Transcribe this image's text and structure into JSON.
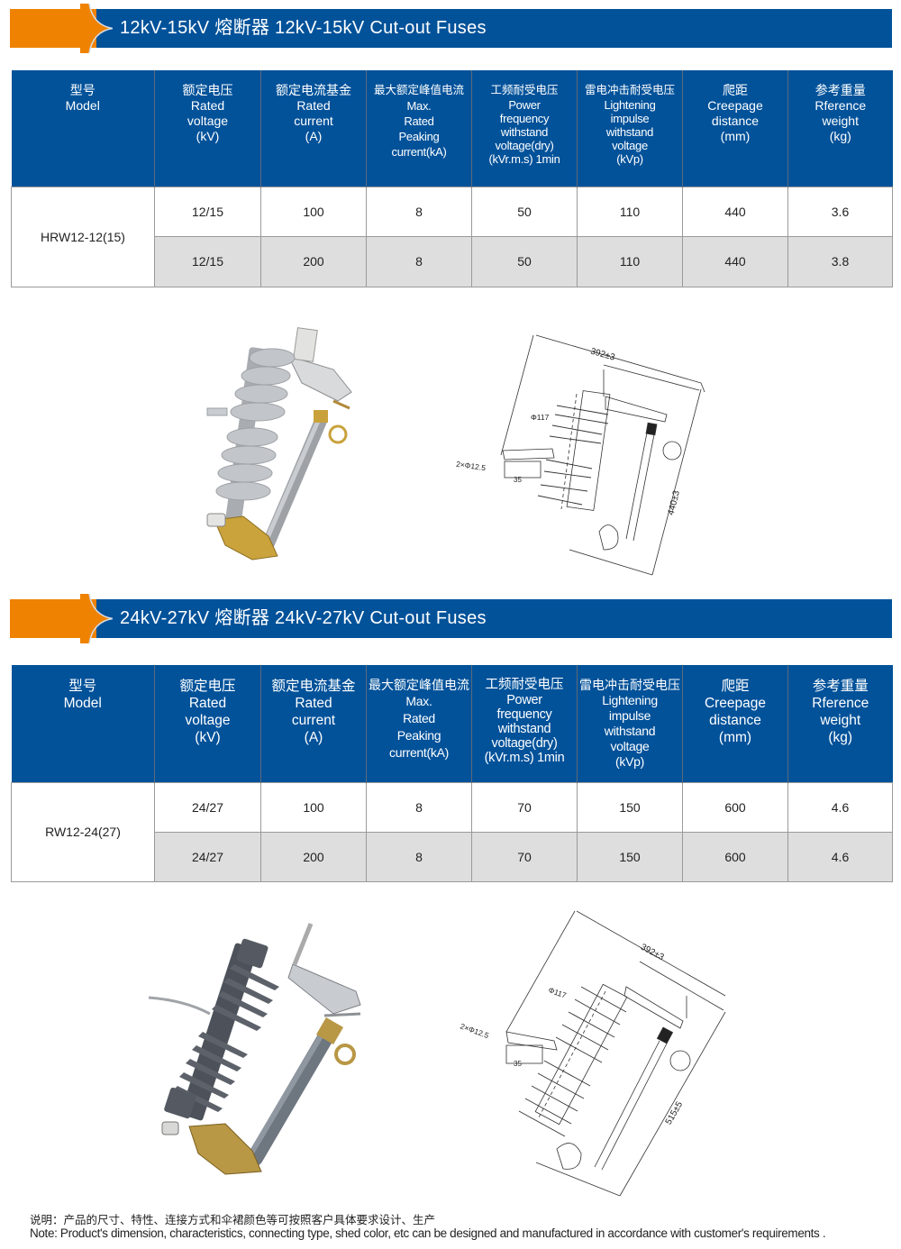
{
  "colors": {
    "banner_blue": "#02529a",
    "banner_orange": "#ef8200",
    "row_alt_gray": "#dedede",
    "border_gray": "#9a9a9a"
  },
  "sections": [
    {
      "title": "12kV-15kV 熔断器 12kV-15kV Cut-out Fuses",
      "table": {
        "headers": [
          {
            "cn": "型号",
            "en": "Model"
          },
          {
            "cn": "额定电压",
            "en": "Rated\nvoltage\n(kV)"
          },
          {
            "cn": "额定电流基金",
            "en": "Rated\ncurrent\n(A)"
          },
          {
            "cn": "最大额定峰值电流",
            "en": "Max.\nRated\nPeaking\ncurrent(kA)"
          },
          {
            "cn": "工频耐受电压",
            "en": "Power\nfrequency\nwithstand\nvoltage(dry)\n(kVr.m.s) 1min"
          },
          {
            "cn": "雷电冲击耐受电压",
            "en": "Lightening\nimpulse\nwithstand\nvoltage\n(kVp)"
          },
          {
            "cn": "爬距",
            "en": "Creepage\ndistance\n(mm)"
          },
          {
            "cn": "参考重量",
            "en": "Rference\nweight\n(kg)"
          }
        ],
        "model": "HRW12-12(15)",
        "rows": [
          {
            "rated_voltage": "12/15",
            "rated_current": "100",
            "peak_current": "8",
            "power_freq": "50",
            "lightning": "110",
            "creepage": "440",
            "weight": "3.6"
          },
          {
            "rated_voltage": "12/15",
            "rated_current": "200",
            "peak_current": "8",
            "power_freq": "50",
            "lightning": "110",
            "creepage": "440",
            "weight": "3.8"
          }
        ]
      },
      "drawing": {
        "width_dim": "392±3",
        "height_dim": "440±3",
        "diameter": "Φ117",
        "holes": "2×Φ12.5",
        "hole_spacing": "35"
      },
      "photo": {
        "insulator_color": "#b9bcc0"
      }
    },
    {
      "title": "24kV-27kV 熔断器  24kV-27kV Cut-out Fuses",
      "table": {
        "headers": [
          {
            "cn": "型号",
            "en": "Model"
          },
          {
            "cn": "额定电压",
            "en": "Rated\nvoltage\n(kV)"
          },
          {
            "cn": "额定电流基金",
            "en": "Rated\ncurrent\n(A)"
          },
          {
            "cn": "最大额定峰值电流",
            "en": "Max.\nRated\nPeaking\ncurrent(kA)"
          },
          {
            "cn": "工频耐受电压",
            "en": "Power\nfrequency\nwithstand\nvoltage(dry)\n(kVr.m.s) 1min"
          },
          {
            "cn": "雷电冲击耐受电压",
            "en": "Lightening\nimpulse\nwithstand\nvoltage\n(kVp)"
          },
          {
            "cn": "爬距",
            "en": "Creepage\ndistance\n(mm)"
          },
          {
            "cn": "参考重量",
            "en": "Rference\nweight\n(kg)"
          }
        ],
        "model": "RW12-24(27)",
        "rows": [
          {
            "rated_voltage": "24/27",
            "rated_current": "100",
            "peak_current": "8",
            "power_freq": "70",
            "lightning": "150",
            "creepage": "600",
            "weight": "4.6"
          },
          {
            "rated_voltage": "24/27",
            "rated_current": "200",
            "peak_current": "8",
            "power_freq": "70",
            "lightning": "150",
            "creepage": "600",
            "weight": "4.6"
          }
        ]
      },
      "drawing": {
        "width_dim": "392±3",
        "height_dim": "515±5",
        "diameter": "Φ117",
        "holes": "2×Φ12.5",
        "hole_spacing": "35"
      },
      "photo": {
        "insulator_color": "#5f646c"
      }
    }
  ],
  "notes": {
    "cn": "说明：产品的尺寸、特性、连接方式和伞裙颜色等可按照客户具体要求设计、生产",
    "en": "Note: Product's dimension, characteristics, connecting type, shed color, etc can be designed and manufactured in accordance with customer's requirements ."
  }
}
